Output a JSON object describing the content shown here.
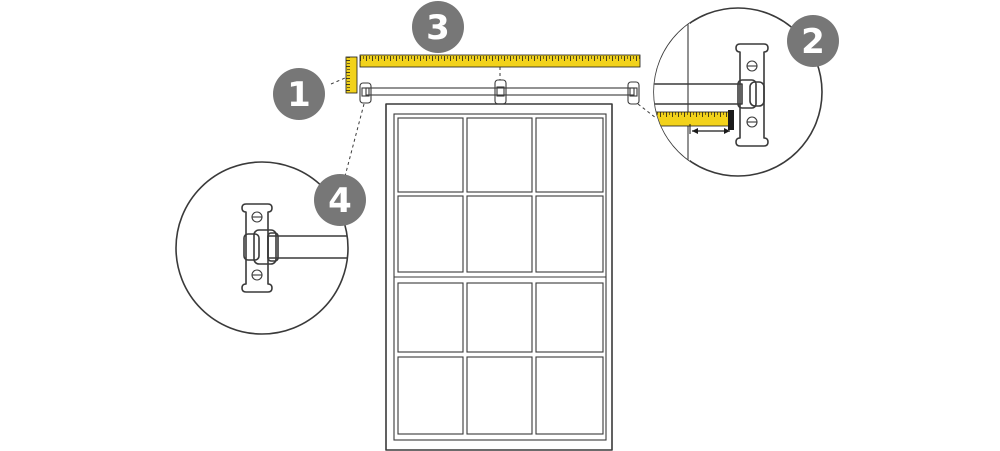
{
  "steps": [
    {
      "number": "1"
    },
    {
      "number": "2"
    },
    {
      "number": "3"
    },
    {
      "number": "4"
    }
  ],
  "colors": {
    "badge": "#777777",
    "tape": "#f2d21b",
    "tape_dark": "#1a1a1a",
    "glass": "#e6e6e6",
    "frame": "#f2f2f2",
    "stroke": "#3a3a3a"
  },
  "icons": [
    "measuring-tape-icon",
    "curtain-rod-bracket-icon",
    "window-icon",
    "dimension-arrow-icon"
  ]
}
